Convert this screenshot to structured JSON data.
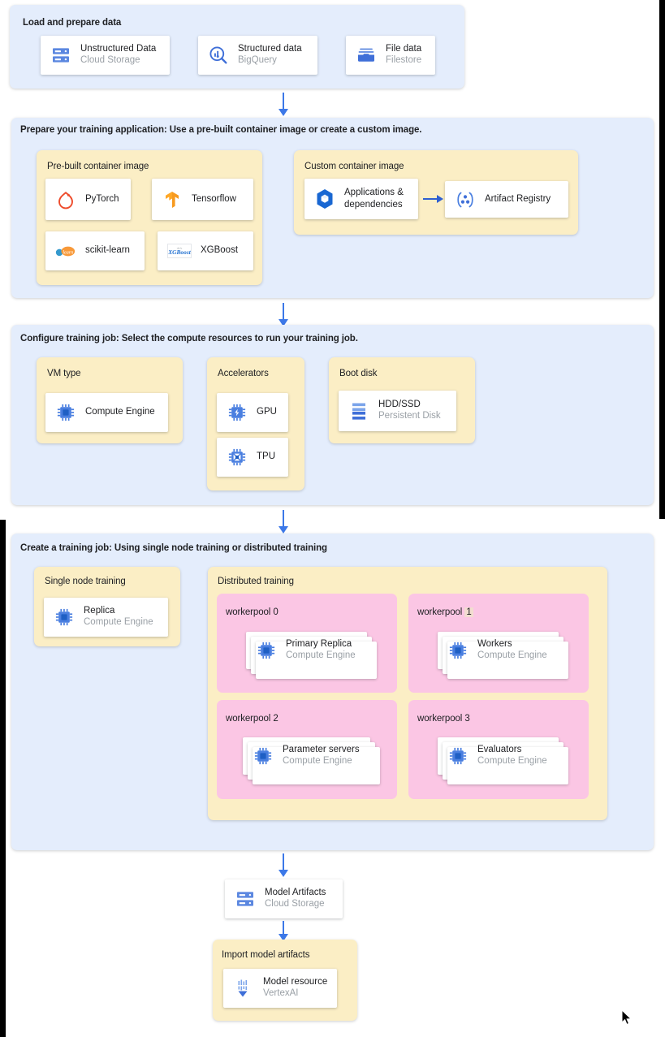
{
  "colors": {
    "panel_blue": "#e4edfc",
    "panel_yellow": "#fbeec5",
    "panel_pink": "#fbc6e4",
    "card_white": "#ffffff",
    "arrow_blue": "#3c78e8",
    "text_primary": "#202124",
    "text_secondary": "#9aa0a6",
    "highlight_tan": "#f2ddd0"
  },
  "stages": {
    "load": {
      "title": "Load and prepare data",
      "cards": [
        {
          "name": "Unstructured Data",
          "sub": "Cloud Storage",
          "icon": "cloud-storage-icon"
        },
        {
          "name": "Structured data",
          "sub": "BigQuery",
          "icon": "bigquery-icon"
        },
        {
          "name": "File data",
          "sub": "Filestore",
          "icon": "filestore-icon"
        }
      ]
    },
    "prepare": {
      "title": "Prepare your training application: Use a pre-built container image or create a custom image.",
      "prebuilt": {
        "title": "Pre-built container image",
        "cards": [
          {
            "name": "PyTorch",
            "icon": "pytorch-icon"
          },
          {
            "name": "Tensorflow",
            "icon": "tensorflow-icon"
          },
          {
            "name": "scikit-learn",
            "icon": "scikit-learn-icon"
          },
          {
            "name": "XGBoost",
            "icon": "xgboost-icon"
          }
        ]
      },
      "custom": {
        "title": "Custom container image",
        "cards": [
          {
            "name": "Applications & dependencies",
            "icon": "applications-dependencies-icon"
          },
          {
            "name": "Artifact Registry",
            "icon": "artifact-registry-icon"
          }
        ]
      }
    },
    "configure": {
      "title": "Configure training job: Select the compute resources to run your training job.",
      "groups": [
        {
          "title": "VM type",
          "cards": [
            {
              "name": "Compute Engine",
              "sub": "",
              "icon": "compute-engine-icon"
            }
          ]
        },
        {
          "title": "Accelerators",
          "cards": [
            {
              "name": "GPU",
              "sub": "",
              "icon": "gpu-icon"
            },
            {
              "name": "TPU",
              "sub": "",
              "icon": "tpu-icon"
            }
          ]
        },
        {
          "title": "Boot disk",
          "cards": [
            {
              "name": "HDD/SSD",
              "sub": "Persistent Disk",
              "icon": "persistent-disk-icon"
            }
          ]
        }
      ]
    },
    "create": {
      "title": "Create a training job: Using single node training or distributed training",
      "single": {
        "title": "Single node training",
        "card": {
          "name": "Replica",
          "sub": "Compute Engine",
          "icon": "compute-engine-icon"
        }
      },
      "distributed": {
        "title": "Distributed training",
        "workerpools": [
          {
            "label_prefix": "workerpool",
            "label_num": "0",
            "highlighted": false,
            "card": {
              "name": "Primary Replica",
              "sub": "Compute Engine",
              "icon": "compute-engine-icon"
            }
          },
          {
            "label_prefix": "workerpool",
            "label_num": "1",
            "highlighted": true,
            "card": {
              "name": "Workers",
              "sub": "Compute Engine",
              "icon": "compute-engine-icon"
            }
          },
          {
            "label_prefix": "workerpool",
            "label_num": "2",
            "highlighted": false,
            "card": {
              "name": "Parameter servers",
              "sub": "Compute Engine",
              "icon": "compute-engine-icon"
            }
          },
          {
            "label_prefix": "workerpool",
            "label_num": "3",
            "highlighted": false,
            "card": {
              "name": "Evaluators",
              "sub": "Compute Engine",
              "icon": "compute-engine-icon"
            }
          }
        ]
      }
    },
    "artifacts": {
      "card": {
        "name": "Model Artifacts",
        "sub": "Cloud Storage",
        "icon": "cloud-storage-icon"
      }
    },
    "import": {
      "title": "Import model artifacts",
      "card": {
        "name": "Model resource",
        "sub": "VertexAI",
        "icon": "model-resource-icon"
      }
    }
  }
}
